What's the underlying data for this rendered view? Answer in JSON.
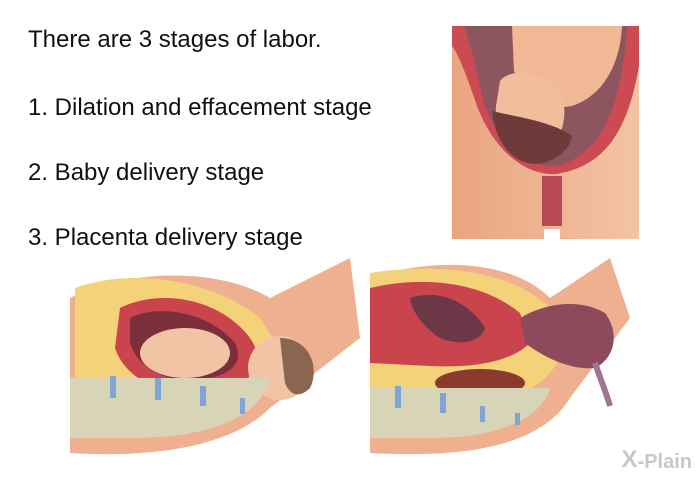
{
  "content": {
    "intro": "There are 3 stages of labor.",
    "stages": [
      {
        "label": "1. Dilation and effacement stage"
      },
      {
        "label": "2. Baby delivery stage"
      },
      {
        "label": "3. Placenta delivery stage"
      }
    ]
  },
  "illustrations": [
    {
      "name": "dilation-illustration",
      "alt": "Baby head crowning through dilated cervix"
    },
    {
      "name": "baby-delivery-illustration",
      "alt": "Cross-section of baby being delivered"
    },
    {
      "name": "placenta-delivery-illustration",
      "alt": "Cross-section of placenta being delivered"
    }
  ],
  "branding": {
    "logo_text": "-Plain",
    "logo_mark": "X"
  },
  "colors": {
    "skin": "#eeb08e",
    "uterus_red": "#c9444c",
    "uterus_dark": "#8c5560",
    "fat_yellow": "#f3d27a",
    "bone": "#d8d4b8",
    "disc_blue": "#7fa4d6",
    "logo_gray": "#c8c8c8"
  }
}
